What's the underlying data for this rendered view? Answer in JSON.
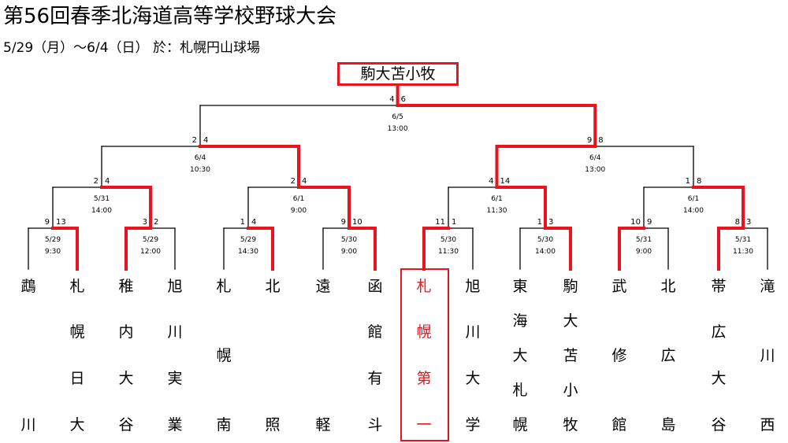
{
  "header": {
    "title": "第56回春季北海道高等学校野球大会",
    "subtitle": "5/29（月）～6/4（日） 於：札幌円山球場"
  },
  "champion": "駒大苫小牧",
  "colors": {
    "win": "#e8141e",
    "line": "#000000"
  },
  "teams": [
    "鵡川",
    "札幌日大",
    "稚内大谷",
    "旭川実業",
    "札幌南",
    "北照",
    "遠軽",
    "函館有斗",
    "札幌第一",
    "旭川大学",
    "東海大札幌",
    "駒大苫小牧",
    "武修館",
    "北広島",
    "帯広大谷",
    "滝川西"
  ],
  "matches": [
    {
      "round": 1,
      "a": 0,
      "b": 1,
      "sa": "9",
      "sb": "13",
      "winner": "b",
      "date": "5/29",
      "time": "9:30"
    },
    {
      "round": 1,
      "a": 2,
      "b": 3,
      "sa": "3",
      "sb": "2",
      "winner": "a",
      "date": "5/29",
      "time": "12:00"
    },
    {
      "round": 1,
      "a": 4,
      "b": 5,
      "sa": "1",
      "sb": "4",
      "winner": "b",
      "date": "5/29",
      "time": "14:30"
    },
    {
      "round": 1,
      "a": 6,
      "b": 7,
      "sa": "9",
      "sb": "10",
      "winner": "b",
      "date": "5/30",
      "time": "9:00"
    },
    {
      "round": 1,
      "a": 8,
      "b": 9,
      "sa": "11",
      "sb": "1",
      "winner": "a",
      "date": "5/30",
      "time": "11:30"
    },
    {
      "round": 1,
      "a": 10,
      "b": 11,
      "sa": "1",
      "sb": "3",
      "winner": "b",
      "date": "5/30",
      "time": "14:00"
    },
    {
      "round": 1,
      "a": 12,
      "b": 13,
      "sa": "10",
      "sb": "9",
      "winner": "a",
      "date": "5/31",
      "time": "9:00"
    },
    {
      "round": 1,
      "a": 14,
      "b": 15,
      "sa": "8",
      "sb": "3",
      "winner": "a",
      "date": "5/31",
      "time": "11:30"
    },
    {
      "round": 2,
      "a": 0,
      "b": 1,
      "sa": "2",
      "sb": "4",
      "winner": "b",
      "date": "5/31",
      "time": "14:00"
    },
    {
      "round": 2,
      "a": 2,
      "b": 3,
      "sa": "2",
      "sb": "4",
      "winner": "b",
      "date": "6/1",
      "time": "9:00"
    },
    {
      "round": 2,
      "a": 4,
      "b": 5,
      "sa": "4",
      "sb": "14",
      "winner": "b",
      "date": "6/1",
      "time": "11:30"
    },
    {
      "round": 2,
      "a": 6,
      "b": 7,
      "sa": "1",
      "sb": "8",
      "winner": "b",
      "date": "6/1",
      "time": "14:00"
    },
    {
      "round": 3,
      "a": 0,
      "b": 1,
      "sa": "2",
      "sb": "4",
      "winner": "b",
      "date": "6/4",
      "time": "10:30"
    },
    {
      "round": 3,
      "a": 2,
      "b": 3,
      "sa": "9",
      "sb": "8",
      "winner": "a",
      "date": "6/4",
      "time": "13:00"
    },
    {
      "round": 4,
      "a": 0,
      "b": 1,
      "sa": "4",
      "sb": "6",
      "winner": "b",
      "date": "6/5",
      "time": "13:00"
    }
  ]
}
